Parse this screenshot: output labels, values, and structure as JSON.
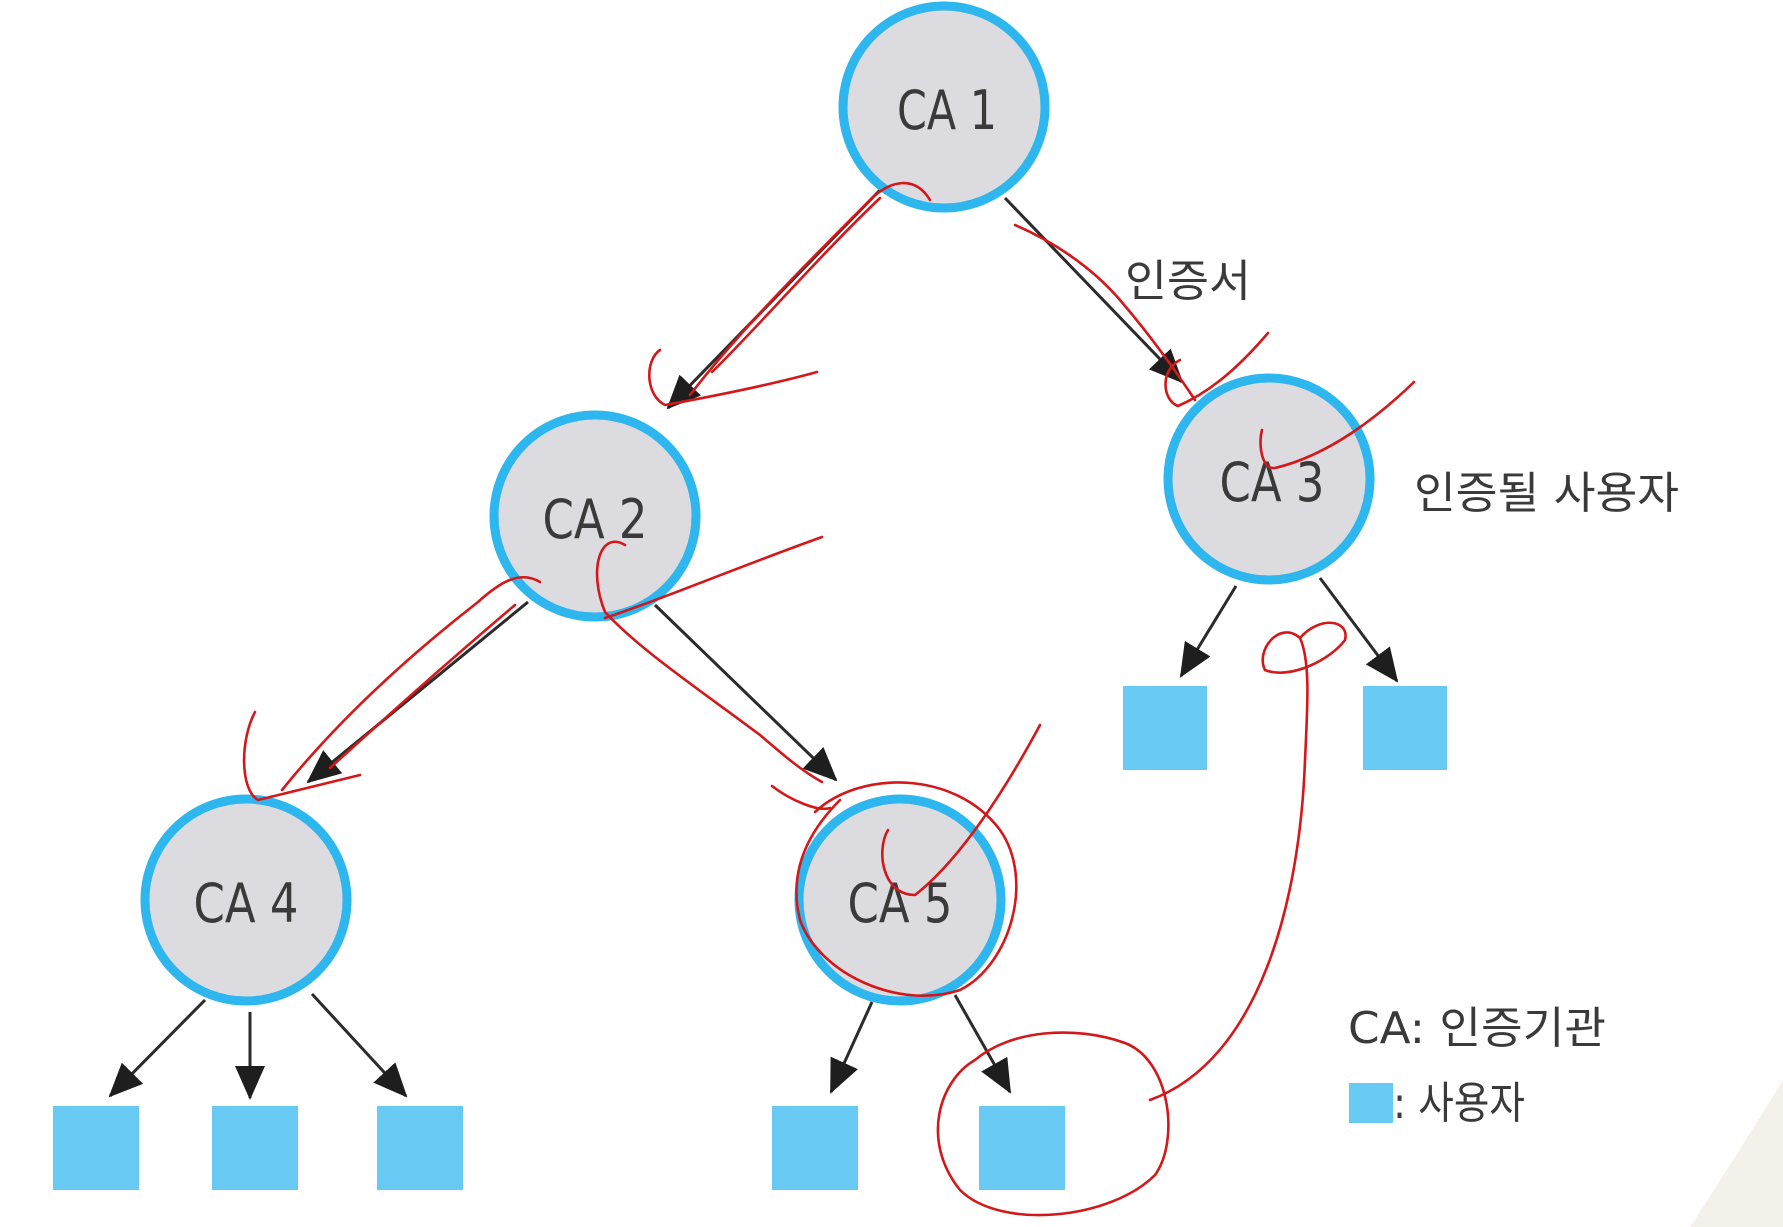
{
  "nodes": {
    "ca1": {
      "label": "CA 1"
    },
    "ca2": {
      "label": "CA 2"
    },
    "ca3": {
      "label": "CA 3"
    },
    "ca4": {
      "label": "CA 4"
    },
    "ca5": {
      "label": "CA 5"
    }
  },
  "annotations": {
    "certificate": "인증서",
    "user_to_be_certified": "인증될 사용자"
  },
  "legend": {
    "ca": "CA: 인증기관",
    "user": ": 사용자"
  },
  "colors": {
    "node_fill": "#dcdbe0",
    "node_border": "#2eb6ee",
    "user_box": "#68c9f3",
    "arrow": "#2b2b2b",
    "handwriting": "#d4181a"
  }
}
